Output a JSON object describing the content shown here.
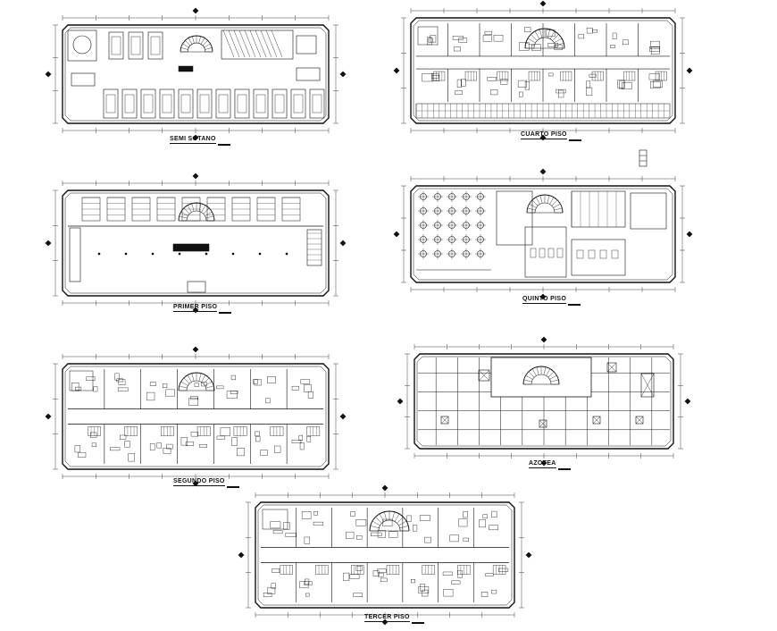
{
  "plans": [
    {
      "id": "semi-sotano",
      "title": "SEMI SOTANO"
    },
    {
      "id": "cuarto-piso",
      "title": "CUARTO PISO"
    },
    {
      "id": "primer-piso",
      "title": "PRIMER PISO"
    },
    {
      "id": "quinto-piso",
      "title": "QUINTO PISO"
    },
    {
      "id": "segundo-piso",
      "title": "SEGUNDO PISO"
    },
    {
      "id": "azotea",
      "title": "AZOTEA"
    },
    {
      "id": "tercer-piso",
      "title": "TERCER PISO"
    }
  ],
  "colors": {
    "ink": "#111111",
    "paper": "#ffffff"
  }
}
